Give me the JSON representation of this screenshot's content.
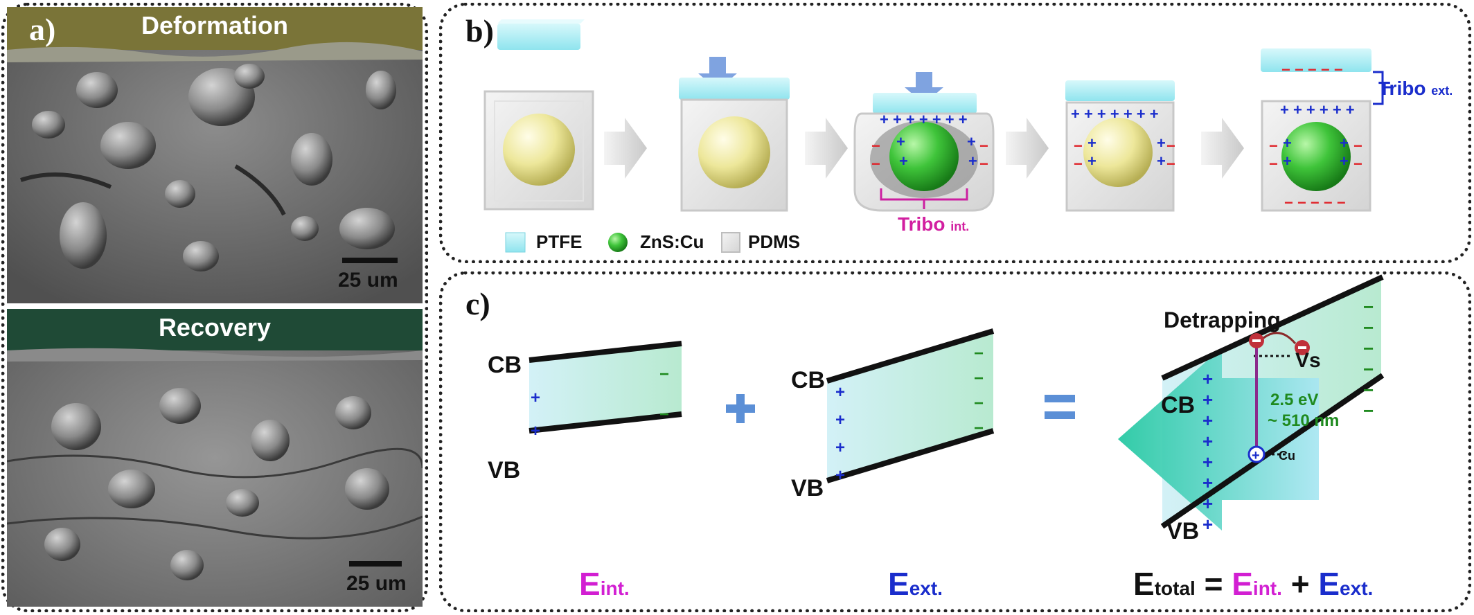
{
  "panel_a": {
    "label": "a)",
    "top_image": {
      "title": "Deformation",
      "scale": "25 um"
    },
    "bottom_image": {
      "title": "Recovery",
      "scale": "25 um"
    }
  },
  "panel_b": {
    "label": "b)",
    "legend": [
      {
        "name": "PTFE"
      },
      {
        "name": "ZnS:Cu"
      },
      {
        "name": "PDMS"
      }
    ],
    "tribo_int": {
      "main": "Tribo",
      "sub": "int."
    },
    "tribo_ext": {
      "main": "Tribo",
      "sub": "ext."
    }
  },
  "panel_c": {
    "label": "c)",
    "band1": {
      "cb": "CB",
      "vb": "VB",
      "field_main": "E",
      "field_sub": "int."
    },
    "plus": "+",
    "band2": {
      "cb": "CB",
      "vb": "VB",
      "field_main": "E",
      "field_sub": "ext."
    },
    "equals": "=",
    "band3": {
      "title": "Detrapping",
      "cb": "CB",
      "vb": "VB",
      "vs": "Vs",
      "cu": "Cu",
      "energy": "2.5 eV",
      "wavelength": "~ 510 nm"
    },
    "total": {
      "e_main": "E",
      "e_sub": "total",
      "eq": "=",
      "int_main": "E",
      "int_sub": "int.",
      "plus": "+",
      "ext_main": "E",
      "ext_sub": "ext."
    }
  },
  "colors": {
    "magenta": "#d21fd2",
    "blue": "#1a2dcc",
    "green_dark": "#1f8a1f",
    "ptfe": "#9ee9f0",
    "arrow_blue": "#7fa3e0"
  }
}
